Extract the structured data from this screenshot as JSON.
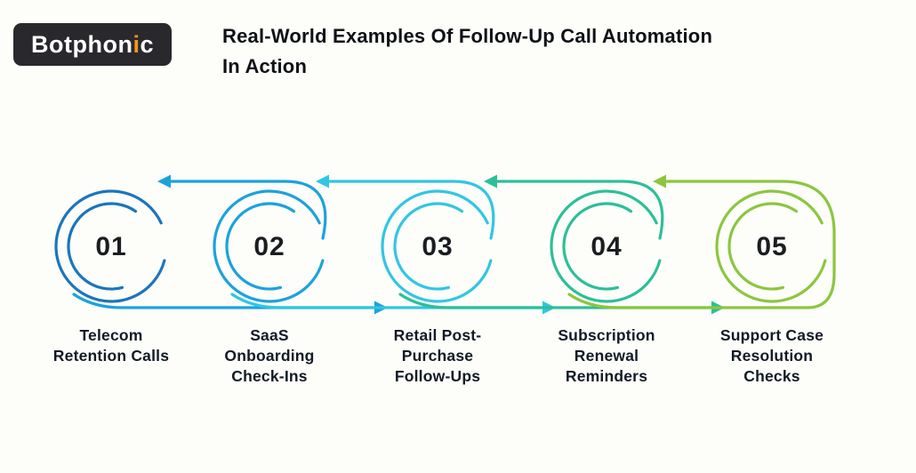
{
  "header": {
    "logo": {
      "prefix": "Botphon",
      "accent": "i",
      "suffix": "c",
      "bg": "#29292d",
      "accent_color": "#f7941e"
    },
    "title_line1": "Real-World Examples Of Follow-Up Call Automation",
    "title_line2": "In Action"
  },
  "steps": [
    {
      "number": "01",
      "label": "Telecom\nRetention Calls",
      "color": "#1b75bc"
    },
    {
      "number": "02",
      "label": "SaaS\nOnboarding\nCheck-Ins",
      "color": "#1ca2dd"
    },
    {
      "number": "03",
      "label": "Retail Post-\nPurchase\nFollow-Ups",
      "color": "#31c6e3"
    },
    {
      "number": "04",
      "label": "Subscription\nRenewal\nReminders",
      "color": "#2cbf98"
    },
    {
      "number": "05",
      "label": "Support Case\nResolution\nChecks",
      "color": "#8cc63f"
    }
  ]
}
